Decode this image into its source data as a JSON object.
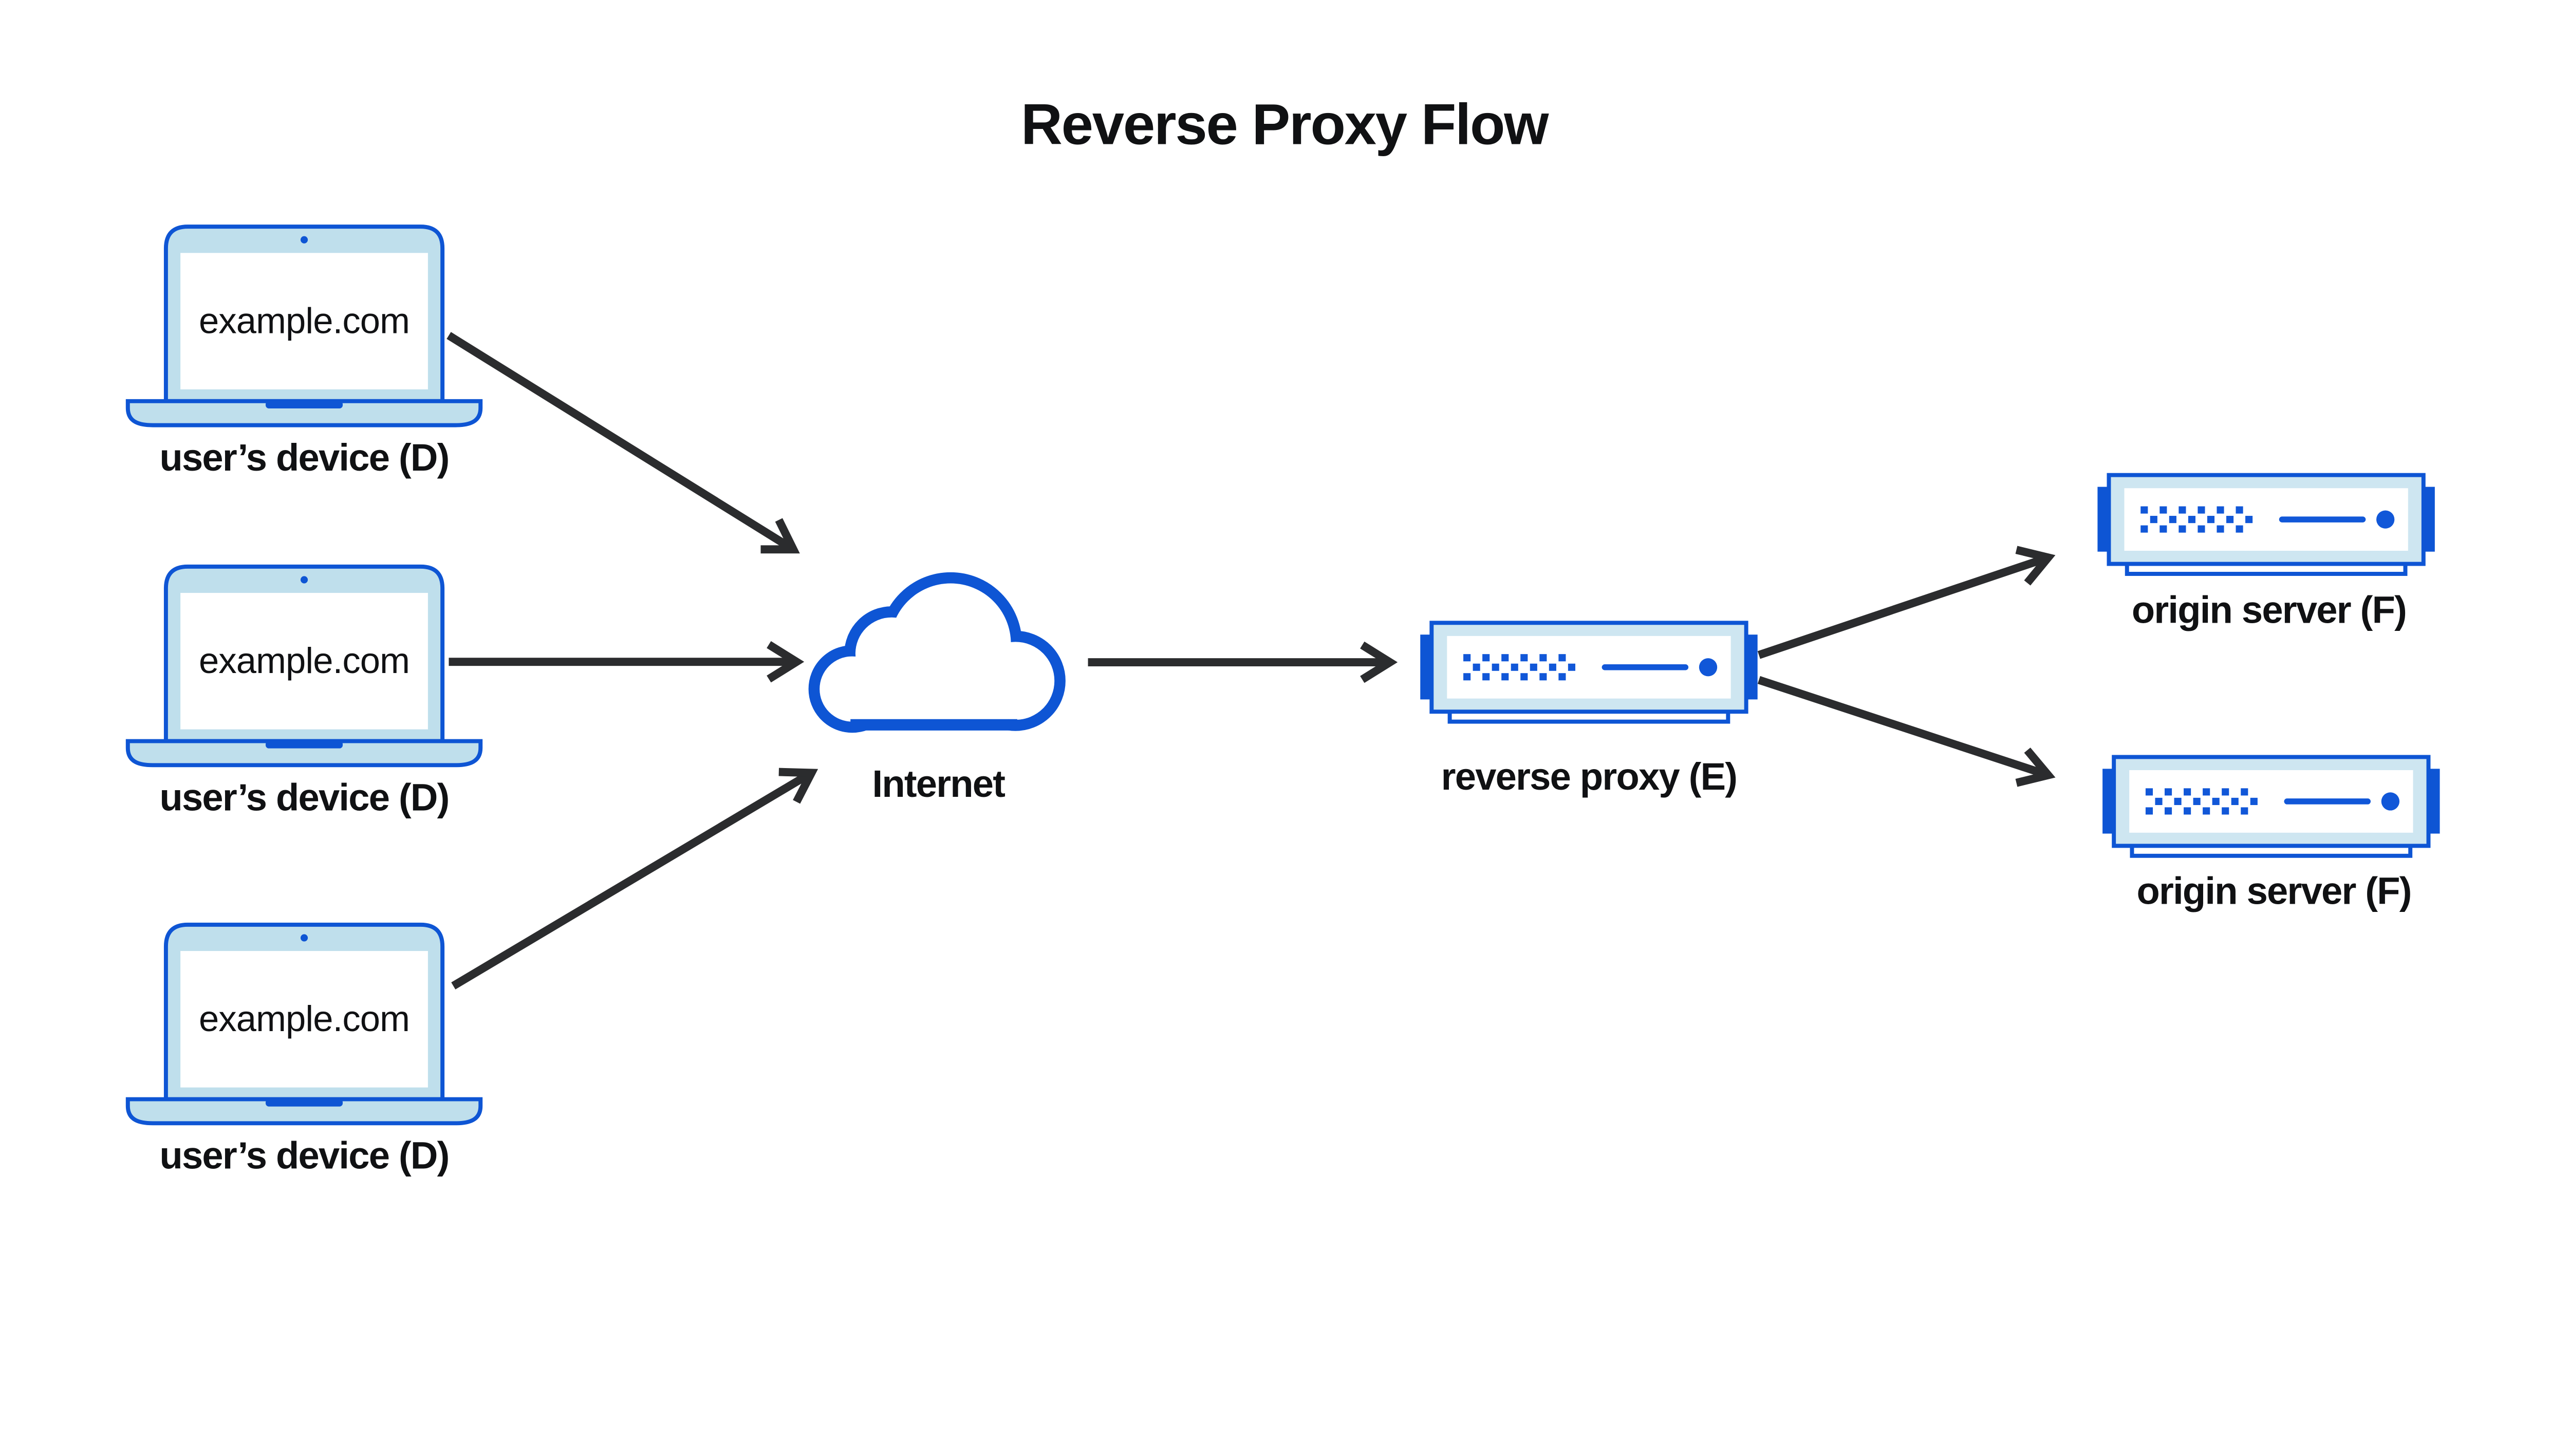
{
  "title": "Reverse Proxy Flow",
  "colors": {
    "blue": "#0e55d4",
    "blue_bright": "#1157d8",
    "light_blue_laptop": "#bfdfec",
    "light_blue_server": "#cee6f1",
    "arrow": "#2b2c2e",
    "text": "#101113"
  },
  "devices": [
    {
      "screen_text": "example.com",
      "label": "user’s device (D)"
    },
    {
      "screen_text": "example.com",
      "label": "user’s device (D)"
    },
    {
      "screen_text": "example.com",
      "label": "user’s device (D)"
    }
  ],
  "internet": {
    "label": "Internet"
  },
  "reverse_proxy": {
    "label": "reverse proxy (E)"
  },
  "origin_servers": [
    {
      "label": "origin server (F)"
    },
    {
      "label": "origin server (F)"
    }
  ]
}
